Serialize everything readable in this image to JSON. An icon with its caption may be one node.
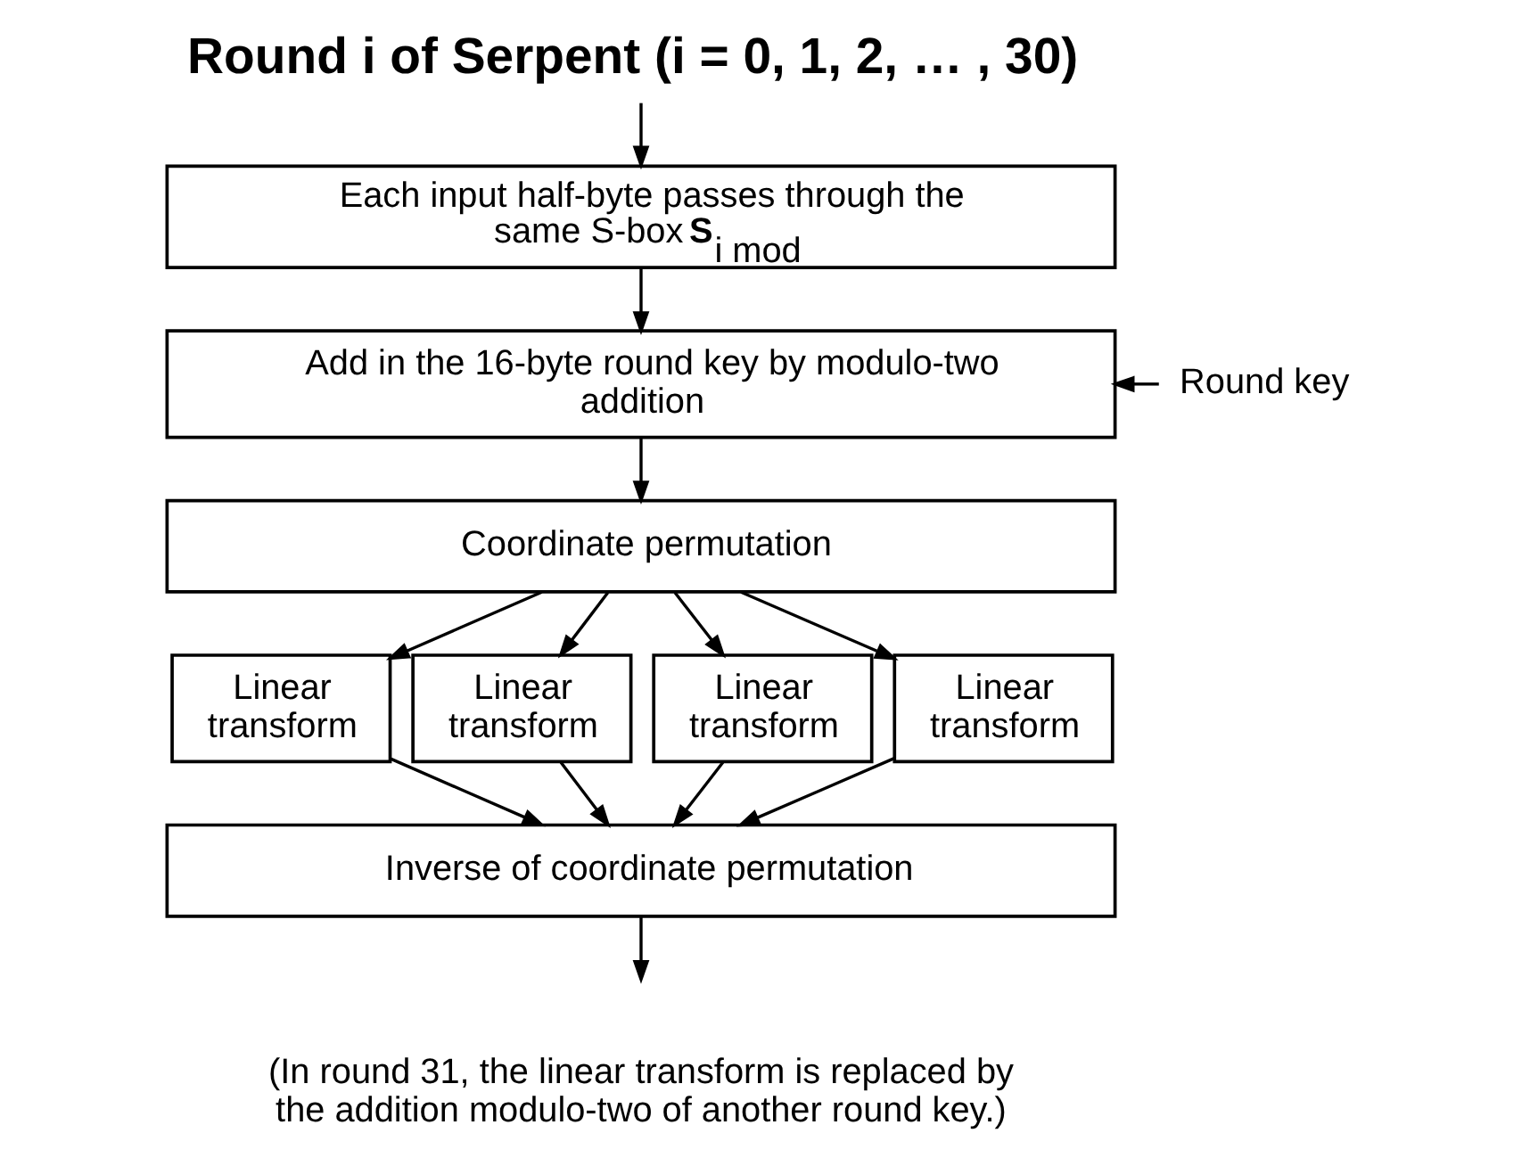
{
  "diagram": {
    "title": "Round i of Serpent (i = 0, 1, 2, … , 30)",
    "caption": "(In round 31, the linear transform is replaced by the addition modulo-two of another round key.)",
    "nodes": [
      {
        "text": [
          "Each input half-byte passes through the same S-box **S**$_{i mod}$"
        ]
      },
      {
        "text": [
          "Add in the 16-byte round key by modulo-two addition"
        ]
      },
      {
        "text": [
          "Round key"
        ]
      },
      {
        "text": [
          "Coordinate permutation"
        ]
      },
      {
        "text": [
          "Linear transform"
        ]
      },
      {
        "text": [
          "Linear transform"
        ]
      },
      {
        "text": [
          "Linear transform"
        ]
      },
      {
        "text": [
          "Linear transform"
        ]
      },
      {
        "text": [
          "Inverse of coordinate permutation"
        ]
      }
    ],
    "edges": [
      {
        "from": null,
        "to": 0,
        "arrow": "to"
      },
      {
        "from": 0,
        "to": 1,
        "arrow": "to"
      },
      {
        "from": 2,
        "to": 1,
        "arrow": "to"
      },
      {
        "from": 1,
        "to": 3,
        "arrow": "to"
      },
      {
        "from": 3,
        "to": 4,
        "arrow": "to"
      },
      {
        "from": 3,
        "to": 5,
        "arrow": "to"
      },
      {
        "from": 3,
        "to": 6,
        "arrow": "to"
      },
      {
        "from": 3,
        "to": 7,
        "arrow": "to"
      },
      {
        "from": 4,
        "to": 8,
        "arrow": "to"
      },
      {
        "from": 5,
        "to": 8,
        "arrow": "to"
      },
      {
        "from": 6,
        "to": 8,
        "arrow": "to"
      },
      {
        "from": 7,
        "to": 8,
        "arrow": "to"
      },
      {
        "from": 8,
        "to": null,
        "arrow": "to"
      }
    ]
  }
}
